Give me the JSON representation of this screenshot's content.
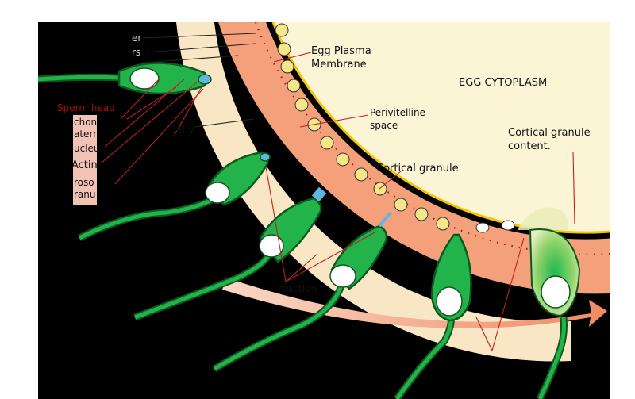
{
  "labels": {
    "egg_cytoplasm": "EGG CYTOPLASM",
    "egg_plasma_membrane_l1": "Egg Plasma",
    "egg_plasma_membrane_l2": "Membrane",
    "perivitelline_l1": "Perivitelline",
    "perivitelline_l2": "space",
    "cortical_granule": "Cortical granule",
    "cortical_content_l1": "Cortical granule",
    "cortical_content_l2": "content.",
    "jelly": "Jelly",
    "acrosome_reaction": "reaction",
    "top_partial_1": "er",
    "top_partial_2": "rs",
    "sperm_head": "Sperm head",
    "side_items": [
      "chon",
      "atern",
      "ucleu",
      "Actin",
      "roso",
      "ranu"
    ]
  },
  "colors": {
    "background": "#000000",
    "cytoplasm": "#fbf5d6",
    "vitelline": "#f4a07a",
    "jelly": "#f9e6c4",
    "sperm_green": "#22b34a",
    "sperm_dark": "#0b5a1f",
    "membrane_yellow": "#f6c400",
    "callout_red": "#c02020",
    "side_panel": "#f2c3b5"
  }
}
